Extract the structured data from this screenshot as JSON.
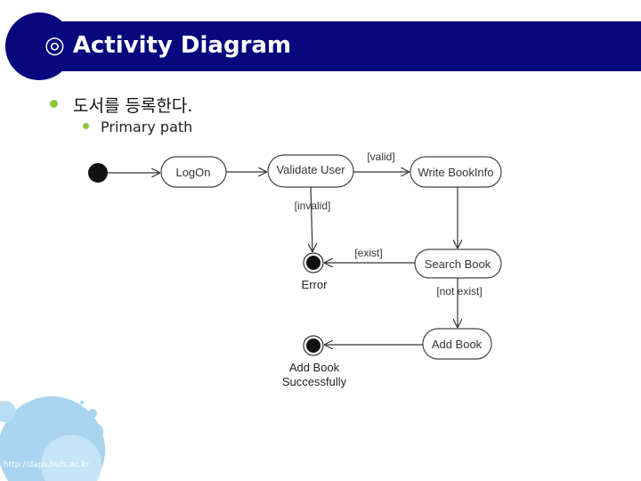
{
  "slide": {
    "title": "Activity Diagram",
    "title_icon": "◎",
    "bullet1": "도서를 등록한다.",
    "bullet2": "Primary path",
    "footer_url": "http://daps.hufs.ac.kr"
  },
  "diagram": {
    "nodes": {
      "logon": "LogOn",
      "validate": "Validate User",
      "write_info": "Write BookInfo",
      "search": "Search Book",
      "add": "Add Book"
    },
    "guards": {
      "valid": "[valid]",
      "invalid": "[invalid]",
      "exist": "[exist]",
      "not_exist": "[not exist]"
    },
    "final_labels": {
      "error": "Error",
      "success_line1": "Add Book",
      "success_line2": "Successfully"
    }
  },
  "colors": {
    "title_bar": "#07077e",
    "bullet": "#8dc63f",
    "deco_circles": "#a8d4f0"
  }
}
